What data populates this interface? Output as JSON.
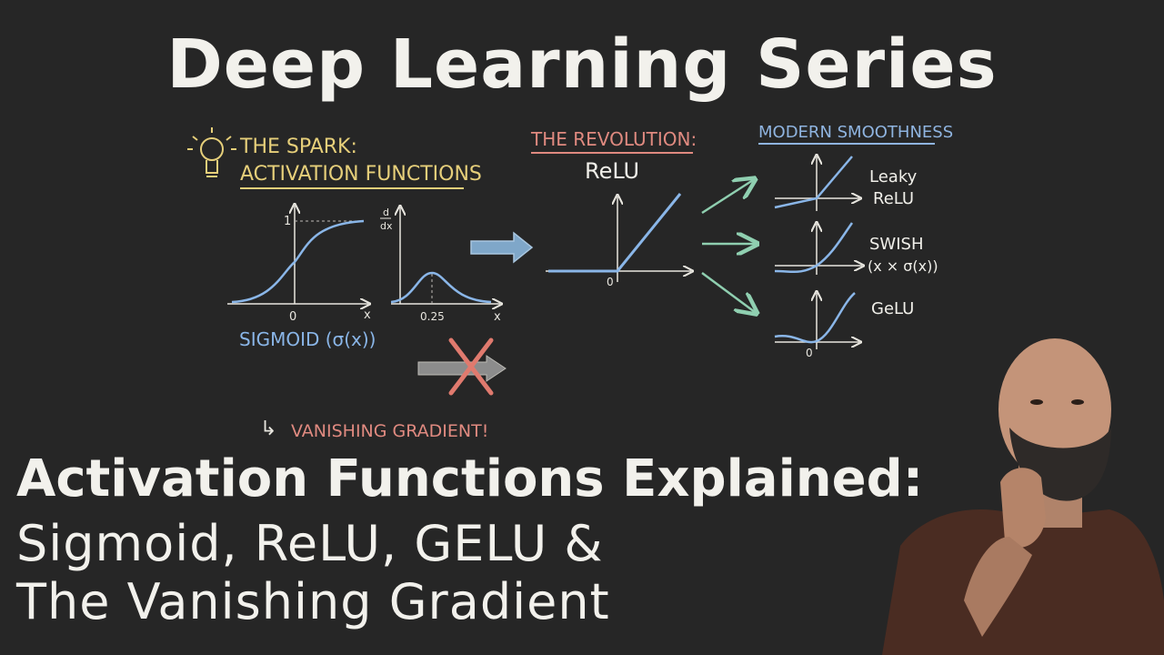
{
  "title": "Deep Learning Series",
  "spark": {
    "heading_line1": "THE SPARK:",
    "heading_line2": "ACTIVATION FUNCTIONS",
    "sigmoid_label": "SIGMOID (σ(x))",
    "sigmoid_one": "1",
    "sigmoid_zero": "0",
    "sigmoid_x": "x",
    "deriv_num": "d",
    "deriv_den": "dx",
    "deriv_value": "0.25",
    "deriv_x": "x",
    "vanishing_arrow": "↳",
    "vanishing": "VANISHING GRADIENT!"
  },
  "revolution": {
    "heading": "THE REVOLUTION:",
    "name": "ReLU",
    "zero": "0"
  },
  "modern": {
    "heading": "MODERN SMOOTHNESS",
    "leaky_line1": "Leaky",
    "leaky_line2": "ReLU",
    "swish_line1": "SWISH",
    "swish_line2": "(x × σ(x))",
    "gelu": "GeLU",
    "gelu_zero": "0"
  },
  "subtitle": {
    "line1": "Activation Functions Explained:",
    "line2": "Sigmoid, ReLU, GELU &",
    "line3": "The Vanishing Gradient"
  },
  "colors": {
    "background": "#262626",
    "spark_yellow": "#e6cf7a",
    "revolution_red": "#e08a80",
    "modern_blue": "#8fb4e0",
    "curve_blue": "#8ab6e8",
    "arrow_green": "#8fcfb0",
    "cross_red": "#e07a6e"
  }
}
